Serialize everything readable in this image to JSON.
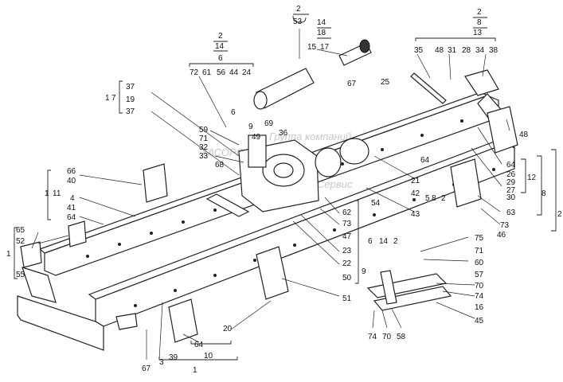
{
  "watermark": {
    "line1": "Группа компаний",
    "line2": "ХАСОРОЛ",
    "line3": "Сервис"
  },
  "callouts": [
    {
      "id": "c-2a",
      "text": "2"
    },
    {
      "id": "c-53",
      "text": "53"
    },
    {
      "id": "c-14a",
      "text": "14"
    },
    {
      "id": "c-18",
      "text": "18"
    },
    {
      "id": "c-15",
      "text": "15"
    },
    {
      "id": "c-17",
      "text": "17"
    },
    {
      "id": "c-2b",
      "text": "2"
    },
    {
      "id": "c-8a",
      "text": "8"
    },
    {
      "id": "c-13",
      "text": "13"
    },
    {
      "id": "c-35",
      "text": "35"
    },
    {
      "id": "c-48a",
      "text": "48"
    },
    {
      "id": "c-31",
      "text": "31"
    },
    {
      "id": "c-28",
      "text": "28"
    },
    {
      "id": "c-34",
      "text": "34"
    },
    {
      "id": "c-38",
      "text": "38"
    },
    {
      "id": "c-2c",
      "text": "2"
    },
    {
      "id": "c-14b",
      "text": "14"
    },
    {
      "id": "c-6a",
      "text": "6"
    },
    {
      "id": "c-72",
      "text": "72"
    },
    {
      "id": "c-61",
      "text": "61"
    },
    {
      "id": "c-56",
      "text": "56"
    },
    {
      "id": "c-44",
      "text": "44"
    },
    {
      "id": "c-24",
      "text": "24"
    },
    {
      "id": "c-67a",
      "text": "67"
    },
    {
      "id": "c-25",
      "text": "25"
    },
    {
      "id": "c-1-7",
      "text": "1"
    },
    {
      "id": "c-7",
      "text": "7"
    },
    {
      "id": "c-37a",
      "text": "37"
    },
    {
      "id": "c-19",
      "text": "19"
    },
    {
      "id": "c-37b",
      "text": "37"
    },
    {
      "id": "c-6b",
      "text": "6"
    },
    {
      "id": "c-9a",
      "text": "9"
    },
    {
      "id": "c-69",
      "text": "69"
    },
    {
      "id": "c-49",
      "text": "49"
    },
    {
      "id": "c-36",
      "text": "36"
    },
    {
      "id": "c-59",
      "text": "59"
    },
    {
      "id": "c-71a",
      "text": "71"
    },
    {
      "id": "c-32",
      "text": "32"
    },
    {
      "id": "c-33",
      "text": "33"
    },
    {
      "id": "c-68",
      "text": "68"
    },
    {
      "id": "c-48b",
      "text": "48"
    },
    {
      "id": "c-64a",
      "text": "64"
    },
    {
      "id": "c-26",
      "text": "26"
    },
    {
      "id": "c-29",
      "text": "29"
    },
    {
      "id": "c-27",
      "text": "27"
    },
    {
      "id": "c-30",
      "text": "30"
    },
    {
      "id": "c-12",
      "text": "12"
    },
    {
      "id": "c-8b",
      "text": "8"
    },
    {
      "id": "c-2d",
      "text": "2"
    },
    {
      "id": "c-64b",
      "text": "64"
    },
    {
      "id": "c-21",
      "text": "21"
    },
    {
      "id": "c-42",
      "text": "42"
    },
    {
      "id": "c-5",
      "text": "5"
    },
    {
      "id": "c-8c",
      "text": "8"
    },
    {
      "id": "c-2e",
      "text": "2"
    },
    {
      "id": "c-43",
      "text": "43"
    },
    {
      "id": "c-54",
      "text": "54"
    },
    {
      "id": "c-63",
      "text": "63"
    },
    {
      "id": "c-73a",
      "text": "73"
    },
    {
      "id": "c-46",
      "text": "46"
    },
    {
      "id": "c-66",
      "text": "66"
    },
    {
      "id": "c-40",
      "text": "40"
    },
    {
      "id": "c-1-11",
      "text": "1"
    },
    {
      "id": "c-11",
      "text": "11"
    },
    {
      "id": "c-4",
      "text": "4"
    },
    {
      "id": "c-41",
      "text": "41"
    },
    {
      "id": "c-64c",
      "text": "64"
    },
    {
      "id": "c-65",
      "text": "65"
    },
    {
      "id": "c-52",
      "text": "52"
    },
    {
      "id": "c-1a",
      "text": "1"
    },
    {
      "id": "c-55",
      "text": "55"
    },
    {
      "id": "c-62",
      "text": "62"
    },
    {
      "id": "c-73b",
      "text": "73"
    },
    {
      "id": "c-47",
      "text": "47"
    },
    {
      "id": "c-6c",
      "text": "6"
    },
    {
      "id": "c-14c",
      "text": "14"
    },
    {
      "id": "c-2f",
      "text": "2"
    },
    {
      "id": "c-23",
      "text": "23"
    },
    {
      "id": "c-22",
      "text": "22"
    },
    {
      "id": "c-9b",
      "text": "9"
    },
    {
      "id": "c-50",
      "text": "50"
    },
    {
      "id": "c-51",
      "text": "51"
    },
    {
      "id": "c-75",
      "text": "75"
    },
    {
      "id": "c-71b",
      "text": "71"
    },
    {
      "id": "c-60",
      "text": "60"
    },
    {
      "id": "c-57",
      "text": "57"
    },
    {
      "id": "c-70a",
      "text": "70"
    },
    {
      "id": "c-74a",
      "text": "74"
    },
    {
      "id": "c-16",
      "text": "16"
    },
    {
      "id": "c-45",
      "text": "45"
    },
    {
      "id": "c-74b",
      "text": "74"
    },
    {
      "id": "c-70b",
      "text": "70"
    },
    {
      "id": "c-58",
      "text": "58"
    },
    {
      "id": "c-20",
      "text": "20"
    },
    {
      "id": "c-64d",
      "text": "64"
    },
    {
      "id": "c-10",
      "text": "10"
    },
    {
      "id": "c-1b",
      "text": "1"
    },
    {
      "id": "c-67b",
      "text": "67"
    },
    {
      "id": "c-3",
      "text": "3"
    },
    {
      "id": "c-39",
      "text": "39"
    }
  ]
}
